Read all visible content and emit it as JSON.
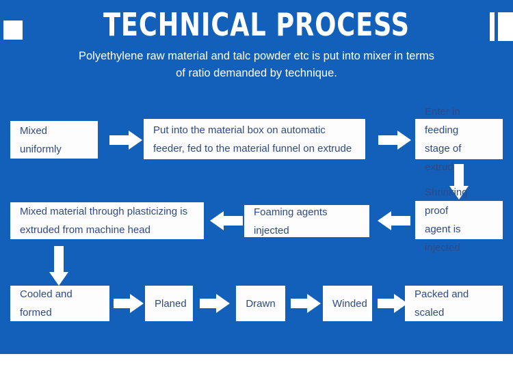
{
  "page": {
    "background_color": "#1360ba",
    "box_fill_color": "#fdfdfd",
    "box_text_color": "#2e4a86",
    "accent_color": "#ffffff"
  },
  "header": {
    "title": "TECHNICAL PROCESS",
    "subtitle_line1": "Polyethylene raw material and talc powder etc is put into mixer in terms",
    "subtitle_line2": "of ratio demanded by technique."
  },
  "flow": {
    "row1": [
      {
        "id": "mixed-uniformly",
        "line1": "Mixed uniformly",
        "line2": ""
      },
      {
        "id": "put-into-material-box",
        "line1": "Put into the material box on automatic",
        "line2": "feeder, fed to the material funnel on extrude"
      },
      {
        "id": "enter-feeding-stage",
        "line1": "Enter in feeding",
        "line2": "stage of extruder"
      }
    ],
    "row2": [
      {
        "id": "mixed-material-extruded",
        "line1": "Mixed material through plasticizing is",
        "line2": "extruded from machine head"
      },
      {
        "id": "foaming-agents-injected",
        "line1": "Foaming agents injected",
        "line2": ""
      },
      {
        "id": "shrinking-proof-agent",
        "line1": "Shrinking proof",
        "line2": "agent is injected"
      }
    ],
    "row3": [
      {
        "id": "cooled-and-formed",
        "line1": "Cooled and formed",
        "line2": ""
      },
      {
        "id": "planed",
        "line1": "Planed",
        "line2": ""
      },
      {
        "id": "drawn",
        "line1": "Drawn",
        "line2": ""
      },
      {
        "id": "winded",
        "line1": "Winded",
        "line2": ""
      },
      {
        "id": "packed-and-scaled",
        "line1": "Packed and scaled",
        "line2": ""
      }
    ]
  },
  "icons": {
    "arrow_right": "arrow-right-icon",
    "arrow_left": "arrow-left-icon",
    "arrow_down": "arrow-down-icon"
  }
}
